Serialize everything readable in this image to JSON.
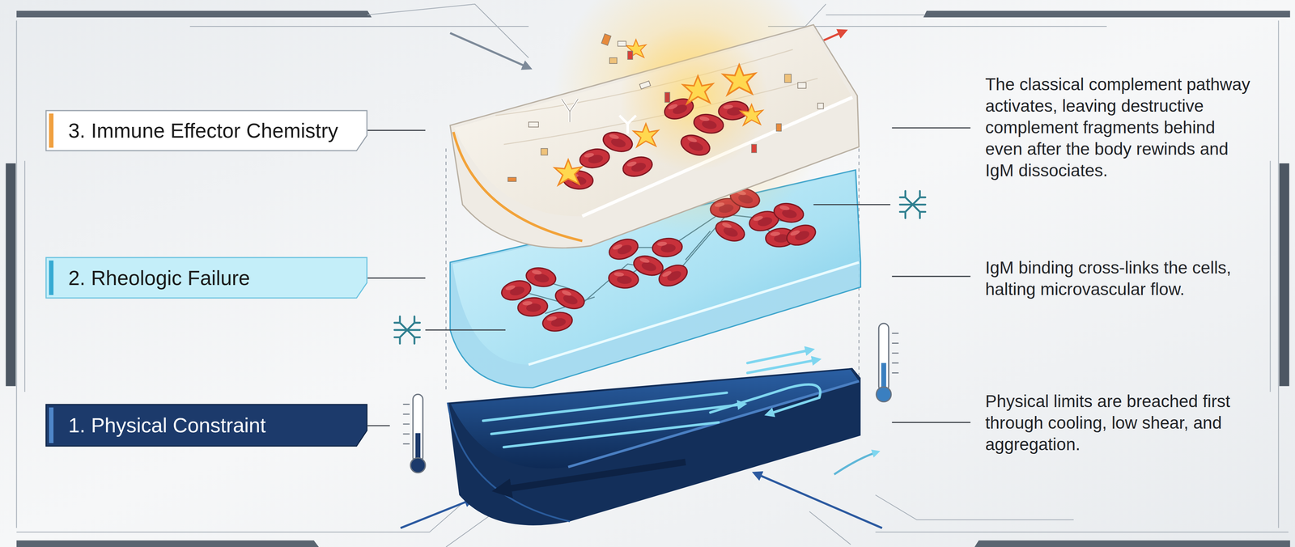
{
  "diagram": {
    "nodes": [
      {
        "text": [
          "3. Immune Effector Chemistry"
        ]
      },
      {
        "text": [
          "2. Rheologic Failure"
        ]
      },
      {
        "text": [
          "1. Physical Constraint"
        ]
      }
    ],
    "labels": [
      "The classical complement pathway activates, leaving destructive complement fragments behind even after the body rewinds and IgM dissociates.",
      "IgM binding cross-links the cells, halting microvascular flow.",
      "Physical limits are breached first through cooling, low shear, and aggregation."
    ]
  }
}
